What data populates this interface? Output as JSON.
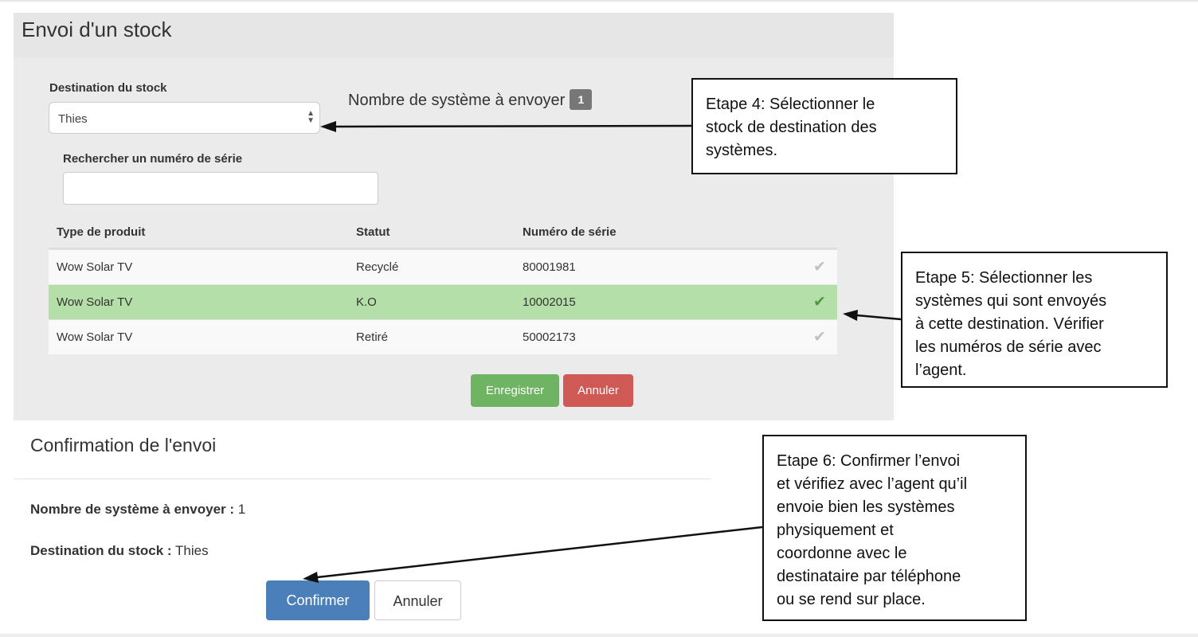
{
  "send_stock": {
    "title": "Envoi d'un stock",
    "destination_label": "Destination du stock",
    "destination_value": "Thies",
    "systems_count_label": "Nombre de système à envoyer",
    "systems_count": "1",
    "search_label": "Rechercher un numéro de série",
    "search_value": "",
    "table": {
      "headers": [
        "Type de produit",
        "Statut",
        "Numéro de série"
      ],
      "rows": [
        {
          "product": "Wow Solar TV",
          "status": "Recyclé",
          "serial": "80001981",
          "selected": false
        },
        {
          "product": "Wow Solar TV",
          "status": "K.O",
          "serial": "10002015",
          "selected": true
        },
        {
          "product": "Wow Solar TV",
          "status": "Retiré",
          "serial": "50002173",
          "selected": false
        }
      ]
    },
    "save_label": "Enregistrer",
    "cancel_label": "Annuler"
  },
  "confirmation": {
    "title": "Confirmation de l'envoi",
    "count_label": "Nombre de système à envoyer :",
    "count_value": "1",
    "destination_label": "Destination du stock :",
    "destination_value": "Thies",
    "confirm_label": "Confirmer",
    "cancel_label": "Annuler"
  },
  "callouts": {
    "step4": [
      "Etape 4: Sélectionner le",
      "stock de destination des",
      "systèmes."
    ],
    "step5": [
      "Etape 5: Sélectionner les",
      "systèmes qui sont envoyés",
      "à cette destination. Vérifier",
      "les numéros de série avec",
      "l’agent."
    ],
    "step6": [
      "Etape 6: Confirmer l’envoi",
      "et vérifiez avec l’agent qu’il",
      "envoie bien les systèmes",
      "physiquement et",
      "coordonne avec le",
      "destinataire par téléphone",
      "ou se rend sur place."
    ]
  },
  "icons": {
    "check": "check-icon",
    "select_arrows": "select-arrows-icon"
  },
  "colors": {
    "selected_row": "#b5dfa8",
    "save_button": "#6fb463",
    "cancel_button": "#cf5a55",
    "confirm_button": "#4a7fb9",
    "badge": "#777777"
  }
}
